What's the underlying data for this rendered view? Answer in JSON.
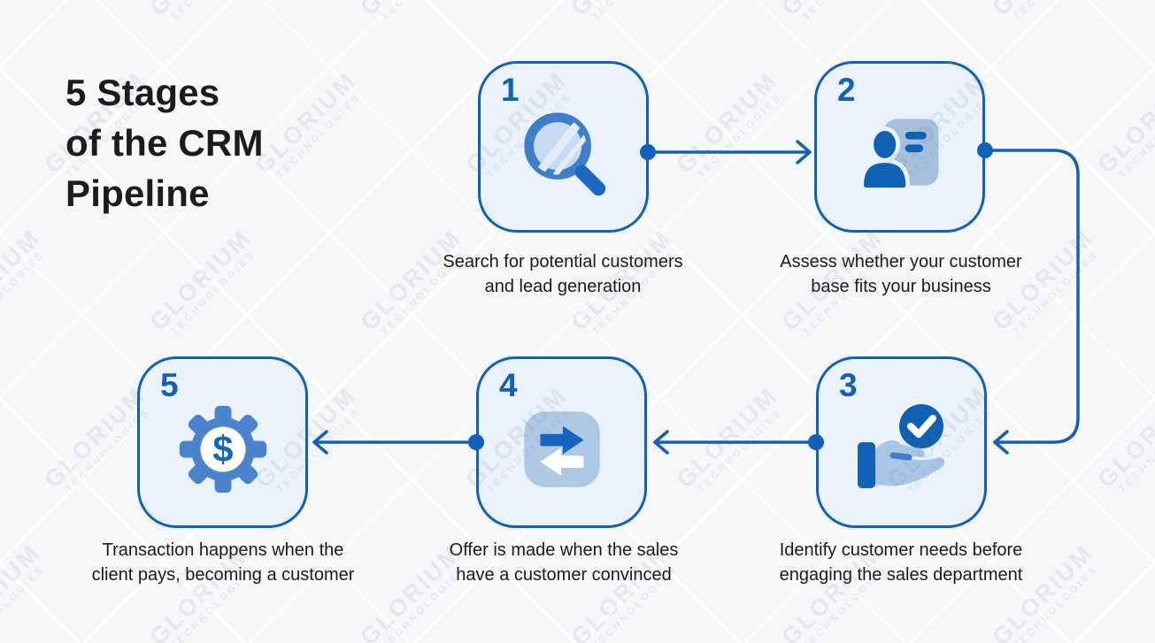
{
  "title": {
    "lines": [
      "5 Stages",
      "of the CRM",
      "Pipeline"
    ]
  },
  "watermark": {
    "line1": "GLORIUM",
    "line2": "TECHNOLOGIES"
  },
  "stages": [
    {
      "number": "1",
      "icon": "magnifier-search-icon",
      "caption_lines": [
        "Search for potential customers",
        "and lead generation"
      ]
    },
    {
      "number": "2",
      "icon": "customer-profile-card-icon",
      "caption_lines": [
        "Assess whether your customer",
        "base fits your business"
      ]
    },
    {
      "number": "3",
      "icon": "hand-offering-check-icon",
      "caption_lines": [
        "Identify customer needs before",
        "engaging the sales department"
      ]
    },
    {
      "number": "4",
      "icon": "offer-exchange-arrows-icon",
      "caption_lines": [
        "Offer is made when the sales",
        "have a customer convinced"
      ]
    },
    {
      "number": "5",
      "icon": "gear-dollar-transaction-icon",
      "caption_lines": [
        "Transaction happens when the",
        "client pays, becoming a customer"
      ]
    }
  ],
  "icon_glyphs": {
    "dollar": "$"
  },
  "colors": {
    "background": "#F6F7F8",
    "accent_blue": "#1161B8",
    "box_fill": "#EAF2FB",
    "icon_mid_blue": "#3E7CCA",
    "icon_dark_blue": "#0E62B5",
    "icon_light_blue": "#A9C6E6",
    "lens_light_blue": "#C7DBF2",
    "card_gray_blue": "#A5BFDD",
    "text_dark": "#1B1B1B"
  }
}
